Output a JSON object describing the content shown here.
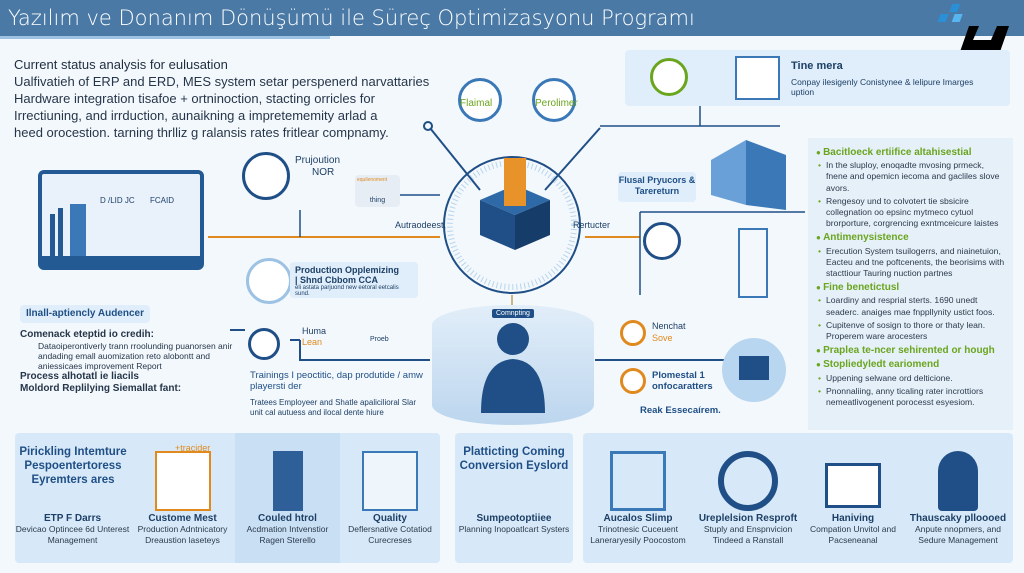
{
  "header": {
    "title": "Yazılım ve Donanım Dönüşümü ile Süreç Optimizasyonu Programı"
  },
  "intro": {
    "title": "Current status analysis for eulusation",
    "lines": [
      "Ualfivatieh of ERP and ERD, MES system setar perspenerd narvattaries",
      "Hardware integration tisafoe + ortninoction, stacting orricles for",
      "Irrectiuning, and irrduction, aunaikning a impretememity arlad a",
      "heed orocestion. tarning thrlliz g ralansis rates fritlear compnamy."
    ]
  },
  "laptop": {
    "labels": [
      "D /LID JC",
      "FCAID"
    ]
  },
  "center": {
    "left_node": "Flaimal",
    "right_node": "Perolimer",
    "left_arrow": "Autraodeest,",
    "right_arrow": "Rertucter",
    "production_title": "Prujoution",
    "production_sub": "NOR",
    "small_box_title": "equilenoment",
    "small_box_label": "thing",
    "opt_title": "Production Opplemizing",
    "opt_sub": "| Shnd Cbbom CCA",
    "opt_desc": "eli astata parjuond new eetoral eetcalis sund.",
    "cylinder_label": "Comnpting"
  },
  "top_right": {
    "title": "Tine mera",
    "desc": "Conpay ilesigenly Conistynee & lelipure Imarges uption"
  },
  "mid_right": {
    "title": "Flusal Pryucors & Tarereturn",
    "nenchat": "Nenchat",
    "nenchat_sub": "Sove",
    "plomestal": "Plomestal 1 onfocaratters",
    "reak": "Reak Essecaírem."
  },
  "right_panel": {
    "sections": [
      {
        "heading": "Bacitloeck ertiifice altahisestial",
        "bullets": [
          "In the sluploy, enoqadte mvosing prmeck, fnene and opemicn iecoma and gacliles slove avors.",
          "Rengesoy und to colvotert tie sbsicire collegnation oo epsinc mytmeco cytuol brorporture, corgrencing exntmceicure laistes"
        ]
      },
      {
        "heading": "Antimenysistence",
        "bullets": [
          "Erecution System tsuilogerrs, and niainetuion, Eacteu and tne poftcenents, the beorisims with stacttiour Tauring nuction partnes"
        ]
      },
      {
        "heading": "Fine benetictusl",
        "bullets": [
          "Loardiny and resprial sterts. 1690 unedt seaderc. anaiges mae fnppllynity ustict foos.",
          "Cupitenve of sosign to thore or thaty lean. Properem ware arocesters"
        ]
      },
      {
        "heading": "Praplea te-ncer sehirented or hough",
        "bullets": []
      },
      {
        "heading": "Stopliedyledt eariomend",
        "bullets": [
          "Uppening selwane ord delticione.",
          "Pnonnaliing, anny ticaling rater incrottiors nemeatlivogenent porocesst esyesiom."
        ]
      }
    ]
  },
  "audience": {
    "title": "Ilnall-aptiencly Audencer",
    "items": [
      {
        "text": "Comenack eteptid io credih:",
        "sub": "Dataoiperontiverly trann rroolunding puanorsen anir andading emall auomization reto alobontt and aniessicaes improvement Report"
      },
      {
        "text": "Process alhotatl ie liacils",
        "sub": ""
      },
      {
        "text": "Moldord Replilying Siemallat fant:",
        "sub": ""
      }
    ]
  },
  "training": {
    "huma": "Huma",
    "lean": "Lean",
    "proed": "Proeb",
    "items": [
      "Trainings I peoctitic, dap produtide / amw playersti der",
      "Tratees Employeer and Shatle apalicilioral Slar unit cal autuess and ilocal dente hiure"
    ]
  },
  "bottom": {
    "left_title": "Pirickling Intemture Pespoentertoress Eyremters ares",
    "left_cards": [
      {
        "title": "ETP F Darrs",
        "desc": "Devicao Optincee 6d Unterest Management"
      },
      {
        "title": "Custome Mest",
        "desc": "Production Adntnicatory Dreaustion laseteys",
        "tag": "+tracider"
      },
      {
        "title": "Couled htrol",
        "desc": "Acdmation Intvenstior Ragen Sterello"
      },
      {
        "title": "Quality",
        "desc": "Deflersnative Cotatiod Curecreses"
      }
    ],
    "mid_title": "Platticting Coming Conversion Eyslord",
    "mid_card": {
      "title": "Sumpeotoptiiee",
      "desc": "Planning Inopoatlcart Systers"
    },
    "right_cards": [
      {
        "title": "Aucalos Slimp",
        "desc": "Trinotnesic Cuceuent Laneraryesily Poocostom"
      },
      {
        "title": "Ureplelsion Resproft",
        "desc": "Stuply and Enspnvicion Tindeed a Ranstall"
      },
      {
        "title": "Haniving",
        "desc": "Compation Unvitol and Pacseneanal"
      },
      {
        "title": "Thauscaky plloooed",
        "desc": "Anpute nnopmers, and Sedure Management"
      }
    ]
  },
  "colors": {
    "header": "#4a79a6",
    "navy": "#1f4f86",
    "orange": "#e08a1e",
    "green": "#6aa51e",
    "panel": "#e6f0f9"
  }
}
